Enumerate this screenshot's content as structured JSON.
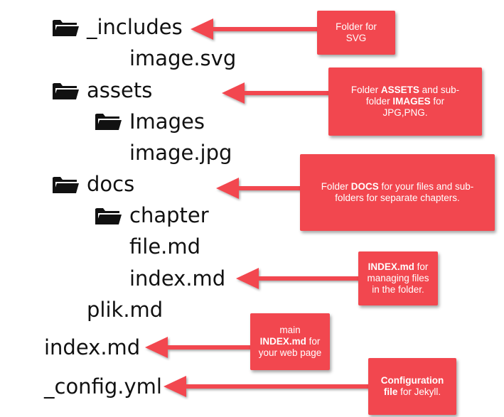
{
  "tree": {
    "includes": "_includes",
    "image_svg": "image.svg",
    "assets": "assets",
    "images": "Images",
    "image_jpg": "image.jpg",
    "docs": "docs",
    "chapter": "chapter",
    "file_md": "file.md",
    "index_md_docs": "index.md",
    "plik_md": "plik.md",
    "index_md_root": "index.md",
    "config": "_config.yml"
  },
  "callouts": {
    "svg": {
      "line1": "Folder for",
      "line2": "SVG"
    },
    "assets": {
      "pre1": "Folder ",
      "bold1": "ASSETS",
      "post1": " and sub-",
      "pre2": "folder ",
      "bold2": "IMAGES",
      "post2": " for",
      "line3": "JPG,PNG."
    },
    "docs": {
      "pre1": "Folder ",
      "bold1": "DOCS",
      "post1": " for your files and sub-",
      "line2": "folders for separate chapters."
    },
    "index_docs": {
      "bold1": "INDEX.md",
      "post1": " for",
      "line2": "managing files",
      "line3": "in the folder."
    },
    "index_root": {
      "line1": "main",
      "bold2": "INDEX.md",
      "post2": " for",
      "line3": "your web page"
    },
    "config": {
      "bold1": "Configuration",
      "bold2": "file",
      "post2": " for Jekyll."
    }
  },
  "colors": {
    "callout": "#f2474f",
    "arrow": "#f2474f",
    "text": "#111111",
    "folder_icon": "#111111"
  },
  "icons": [
    "folder-icon"
  ]
}
